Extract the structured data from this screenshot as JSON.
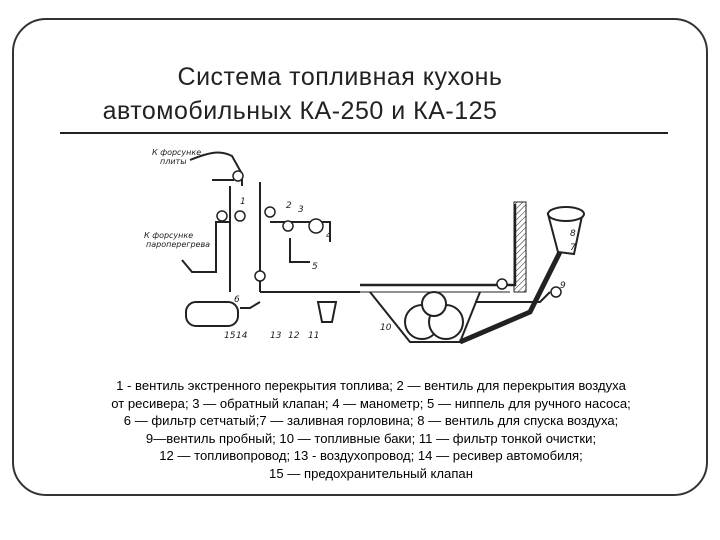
{
  "slide": {
    "title_line1": "Система топливная кухонь",
    "title_line2": "автомобильных КА-250 и КА-125"
  },
  "diagram": {
    "label_top": [
      "К форсунке",
      "плиты"
    ],
    "label_left": [
      "К форсунке",
      "пароперегрева"
    ],
    "numbers": [
      "1",
      "2",
      "3",
      "4",
      "5",
      "6",
      "7",
      "8",
      "9",
      "10",
      "11",
      "12",
      "13",
      "14",
      "15"
    ]
  },
  "caption": {
    "lines": [
      "1 - вентиль экстренного перекрытия топлива; 2 — вентиль для перекрытия воздуха",
      "от ресивера; 3 — обратный клапан; 4 — манометр; 5 — ниппель для ручного насоса;",
      "6 — фильтр сетчатый;7 — заливная горловина; 8 — вентиль для спуска воздуха;",
      "9—вентиль пробный; 10 — топливные баки; 11 — фильтр тонкой очистки;",
      "12 — топливопровод;  13 - воздухопровод;  14 —  ресивер автомобиля;",
      "15 — предохранительный клапан"
    ]
  }
}
